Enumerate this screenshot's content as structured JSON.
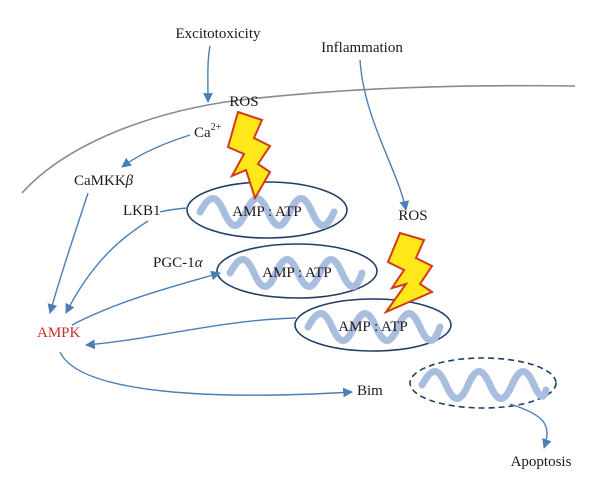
{
  "labels": {
    "excitotoxicity": "Excitotoxicity",
    "inflammation": "Inflammation",
    "ros_top": "ROS",
    "ca": "Ca",
    "ca_sup": "2+",
    "camkk": "CaMKK",
    "camkk_beta": "β",
    "lkb1": "LKB1",
    "pgc": "PGC-1",
    "pgc_alpha": "α",
    "ampk": "AMPK",
    "ros_right": "ROS",
    "bim": "Bim",
    "apoptosis": "Apoptosis"
  },
  "mitochondria": [
    {
      "label": "AMP : ATP"
    },
    {
      "label": "AMP : ATP"
    },
    {
      "label": "AMP : ATP"
    },
    {
      "label": ""
    }
  ],
  "colors": {
    "arrow": "#4a7fb5",
    "ampk": "#cc2a2a",
    "bolt_fill": "#ffe81a",
    "bolt_stroke": "#d13a1a",
    "crista": "#a9bedf",
    "mito_outline": "#1f3f66",
    "membrane": "#8a8a8a"
  }
}
